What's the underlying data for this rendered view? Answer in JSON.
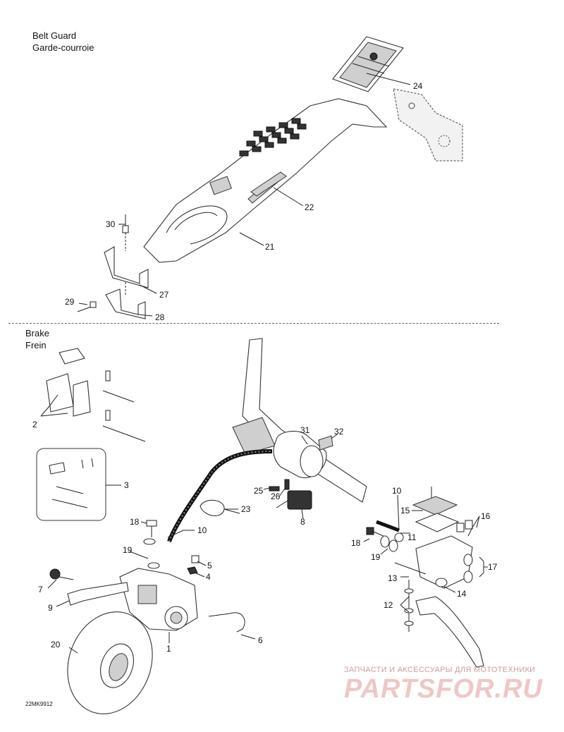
{
  "sections": {
    "belt_guard": {
      "title_en": "Belt Guard",
      "title_fr": "Garde-courroie"
    },
    "brake": {
      "title_en": "Brake",
      "title_fr": "Frein"
    }
  },
  "diagram_code": "22MK9912",
  "watermark": {
    "line1": "ЗАПЧАСТИ И АКСЕССУАРЫ ДЛЯ МОТОТЕХНИКИ",
    "line2": "PARTSFOR.RU"
  },
  "callouts": {
    "c24": "24",
    "c22": "22",
    "c21": "21",
    "c30": "30",
    "c27": "27",
    "c29": "29",
    "c28": "28",
    "c2": "2",
    "c3": "3",
    "c31": "31",
    "c32": "32",
    "c25": "25",
    "c26": "26",
    "c23": "23",
    "c8": "8",
    "c10a": "10",
    "c10b": "10",
    "c18a": "18",
    "c19a": "19",
    "c5": "5",
    "c4": "4",
    "c7": "7",
    "c9": "9",
    "c6": "6",
    "c1": "1",
    "c20": "20",
    "c15": "15",
    "c11": "11",
    "c16": "16",
    "c18b": "18",
    "c19b": "19",
    "c17": "17",
    "c13": "13",
    "c14": "14",
    "c12": "12"
  }
}
